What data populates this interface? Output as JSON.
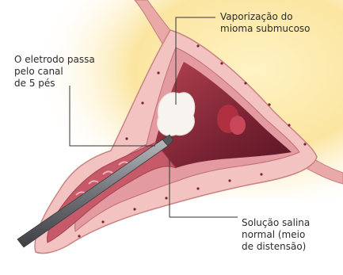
{
  "labels": {
    "vaporization": "Vaporização do\nmioma submucoso",
    "electrode": "O eletrodo passa\npelo canal\nde 5 pés",
    "saline": "Solução salina\nnormal (meio\nde distensão)"
  },
  "colors": {
    "background_glow": "#fbe7a3",
    "tissue_outer": "#f2c3c0",
    "tissue_inner": "#d97b83",
    "cavity_dark": "#7a2334",
    "myoma_white": "#f7f3ef",
    "instrument": "#7f8288",
    "leader_line": "#333333"
  }
}
